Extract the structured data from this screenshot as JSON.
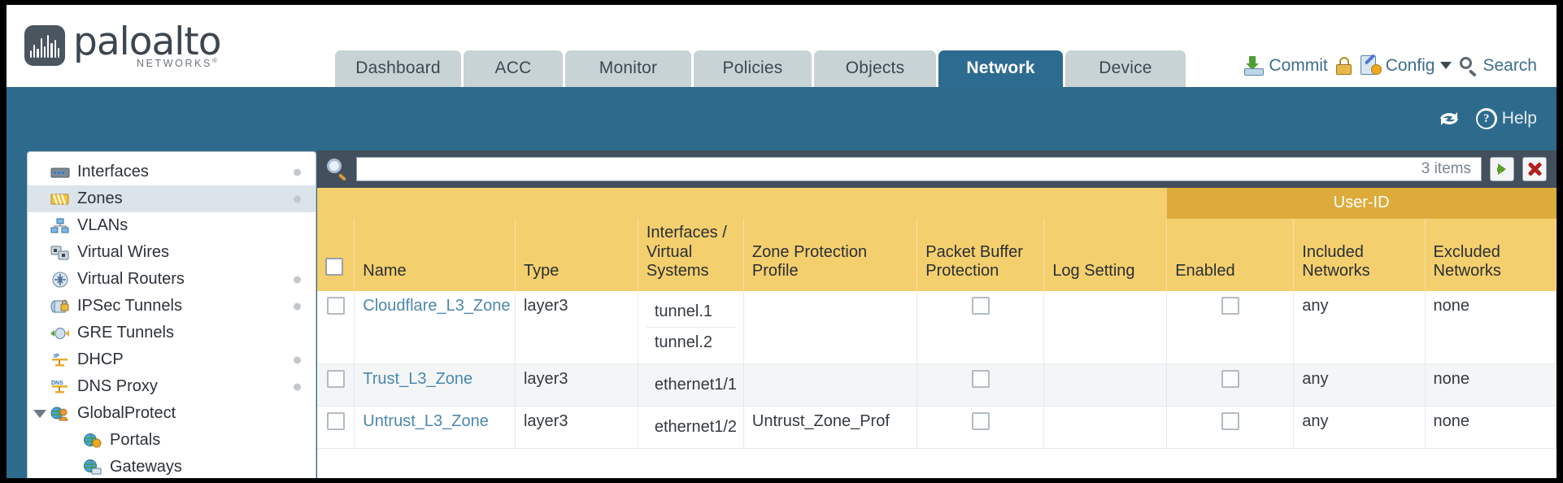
{
  "brand": {
    "name": "paloalto",
    "sub": "NETWORKS",
    "sub_mark": "®",
    "logo_icon": "paloalto-waveform-logo"
  },
  "nav": {
    "tabs": [
      {
        "label": "Dashboard",
        "active": false,
        "width": 155
      },
      {
        "label": "ACC",
        "active": false,
        "width": 122
      },
      {
        "label": "Monitor",
        "active": false,
        "width": 155
      },
      {
        "label": "Policies",
        "active": false,
        "width": 145
      },
      {
        "label": "Objects",
        "active": false,
        "width": 150
      },
      {
        "label": "Network",
        "active": true,
        "width": 153
      },
      {
        "label": "Device",
        "active": false,
        "width": 148
      }
    ]
  },
  "utility": {
    "commit_label": "Commit",
    "commit_icon": "commit-save-icon",
    "lock_icon": "unlocked-padlock-icon",
    "config_icon": "config-wrench-gear-icon",
    "config_label": "Config",
    "config_caret_icon": "chevron-down-icon",
    "search_icon": "search-magnifier-icon",
    "search_label": "Search"
  },
  "blueband": {
    "refresh_icon": "refresh-icon",
    "help_icon": "help-question-icon",
    "help_label": "Help"
  },
  "sidebar": {
    "items": [
      {
        "label": "Interfaces",
        "icon": "interfaces-icon",
        "selected": false,
        "dot": true,
        "child": false,
        "expander": false
      },
      {
        "label": "Zones",
        "icon": "zones-icon",
        "selected": true,
        "dot": true,
        "child": false,
        "expander": false
      },
      {
        "label": "VLANs",
        "icon": "vlans-icon",
        "selected": false,
        "dot": false,
        "child": false,
        "expander": false
      },
      {
        "label": "Virtual Wires",
        "icon": "virtual-wires-icon",
        "selected": false,
        "dot": false,
        "child": false,
        "expander": false
      },
      {
        "label": "Virtual Routers",
        "icon": "virtual-routers-icon",
        "selected": false,
        "dot": true,
        "child": false,
        "expander": false
      },
      {
        "label": "IPSec Tunnels",
        "icon": "ipsec-tunnels-icon",
        "selected": false,
        "dot": true,
        "child": false,
        "expander": false
      },
      {
        "label": "GRE Tunnels",
        "icon": "gre-tunnels-icon",
        "selected": false,
        "dot": false,
        "child": false,
        "expander": false
      },
      {
        "label": "DHCP",
        "icon": "dhcp-icon",
        "selected": false,
        "dot": true,
        "child": false,
        "expander": false
      },
      {
        "label": "DNS Proxy",
        "icon": "dns-proxy-icon",
        "selected": false,
        "dot": true,
        "child": false,
        "expander": false
      },
      {
        "label": "GlobalProtect",
        "icon": "globalprotect-icon",
        "selected": false,
        "dot": false,
        "child": false,
        "expander": true
      },
      {
        "label": "Portals",
        "icon": "portals-icon",
        "selected": false,
        "dot": false,
        "child": true,
        "expander": false
      },
      {
        "label": "Gateways",
        "icon": "gateways-icon",
        "selected": false,
        "dot": false,
        "child": true,
        "expander": false
      }
    ]
  },
  "filter": {
    "search_icon": "search-magnifier-icon",
    "value": "",
    "placeholder": "",
    "item_count": "3 items",
    "apply_icon": "apply-filter-arrow-icon",
    "clear_icon": "clear-filter-x-icon"
  },
  "table": {
    "group_header": {
      "label": "User-ID",
      "spans": [
        "Enabled",
        "Included Networks",
        "Excluded Networks"
      ]
    },
    "columns": [
      {
        "key": "checkbox",
        "label": ""
      },
      {
        "key": "name",
        "label": "Name"
      },
      {
        "key": "type",
        "label": "Type"
      },
      {
        "key": "interfaces",
        "label": "Interfaces / Virtual Systems"
      },
      {
        "key": "zone_protection",
        "label": "Zone Protection Profile"
      },
      {
        "key": "packet_buffer",
        "label": "Packet Buffer Protection"
      },
      {
        "key": "log_setting",
        "label": "Log Setting"
      },
      {
        "key": "userid_enabled",
        "label": "Enabled"
      },
      {
        "key": "included",
        "label": "Included Networks"
      },
      {
        "key": "excluded",
        "label": "Excluded Networks"
      }
    ],
    "rows": [
      {
        "selected": false,
        "name": "Cloudflare_L3_Zone",
        "type": "layer3",
        "interfaces": [
          "tunnel.1",
          "tunnel.2"
        ],
        "zone_protection": "",
        "packet_buffer_checked": false,
        "log_setting": "",
        "userid_enabled_checked": false,
        "included": "any",
        "excluded": "none"
      },
      {
        "selected": false,
        "name": "Trust_L3_Zone",
        "type": "layer3",
        "interfaces": [
          "ethernet1/1"
        ],
        "zone_protection": "",
        "packet_buffer_checked": false,
        "log_setting": "",
        "userid_enabled_checked": false,
        "included": "any",
        "excluded": "none"
      },
      {
        "selected": false,
        "name": "Untrust_L3_Zone",
        "type": "layer3",
        "interfaces": [
          "ethernet1/2"
        ],
        "zone_protection": "Untrust_Zone_Prof",
        "packet_buffer_checked": false,
        "log_setting": "",
        "userid_enabled_checked": false,
        "included": "any",
        "excluded": "none"
      }
    ]
  },
  "colors": {
    "brand_blue": "#2e6a8c",
    "table_header_gold": "#f4cf6e",
    "group_header_gold": "#ddab3a",
    "tab_inactive": "#c8d3d6",
    "link_blue": "#4b87ad",
    "panel_slate": "#434f5c"
  }
}
